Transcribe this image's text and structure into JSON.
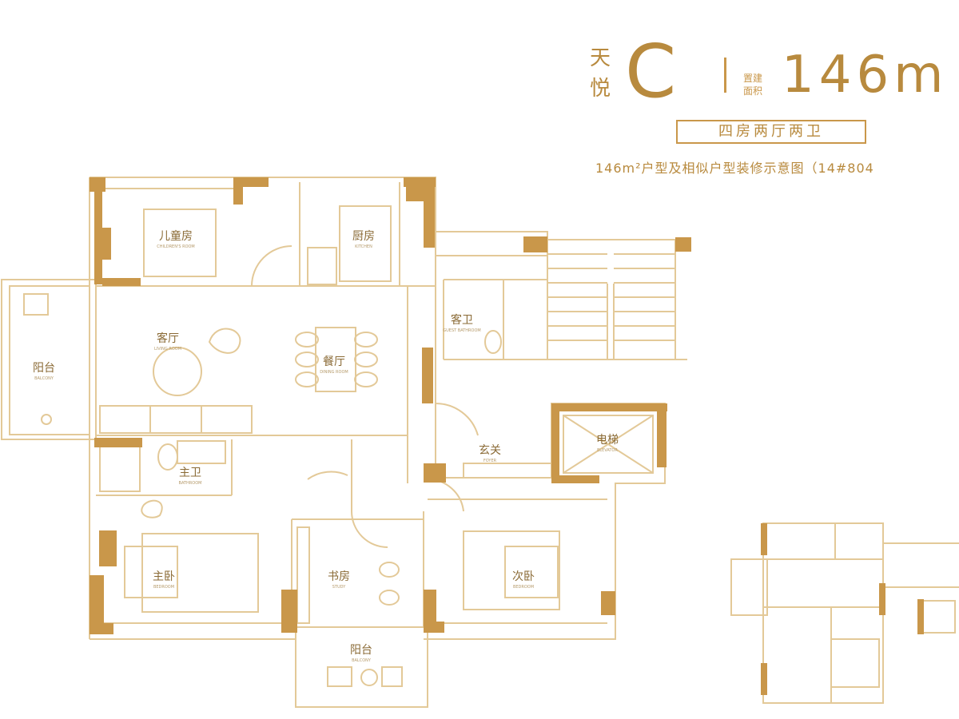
{
  "header": {
    "brand_line1": "天",
    "brand_line2": "悦",
    "type_letter": "C",
    "area_label_line1": "置建",
    "area_label_line2": "面积",
    "area_value": "146m",
    "layout_badge": "四房两厅两卫",
    "caption": "146m²户型及相似户型装修示意图（14#804"
  },
  "rooms": {
    "kids_room": {
      "cn": "儿童房",
      "en": "CHILDREN'S ROOM"
    },
    "kitchen": {
      "cn": "厨房",
      "en": "KITCHEN"
    },
    "guest_bath": {
      "cn": "客卫",
      "en": "GUEST BATHROOM"
    },
    "living": {
      "cn": "客厅",
      "en": "LIVING ROOM"
    },
    "dining": {
      "cn": "餐厅",
      "en": "DINING ROOM"
    },
    "west_balcony": {
      "cn": "阳台",
      "en": "BALCONY"
    },
    "foyer": {
      "cn": "玄关",
      "en": "FOYER"
    },
    "elevator": {
      "cn": "电梯",
      "en": "ELEVATOR"
    },
    "master_bath": {
      "cn": "主卫",
      "en": "BATHROOM"
    },
    "master_bedroom": {
      "cn": "主卧",
      "en": "BEDROOM"
    },
    "study": {
      "cn": "书房",
      "en": "STUDY"
    },
    "second_bedroom": {
      "cn": "次卧",
      "en": "BEDROOM"
    },
    "south_balcony": {
      "cn": "阳台",
      "en": "BALCONY"
    }
  },
  "colors": {
    "accent": "#c9974a",
    "wall": "#c9974a",
    "line": "#e3c998",
    "text": "#8a6a35"
  }
}
